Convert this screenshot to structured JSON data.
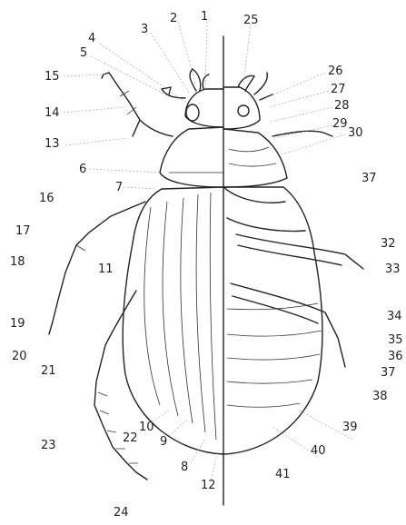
{
  "figure": {
    "left_labels": [
      "1",
      "2",
      "3",
      "4",
      "5",
      "6",
      "7",
      "8",
      "9",
      "10",
      "11",
      "12",
      "13",
      "14",
      "15",
      "16",
      "17",
      "18",
      "19",
      "20",
      "21",
      "22",
      "23",
      "24"
    ],
    "right_labels": [
      "25",
      "26",
      "27",
      "28",
      "29",
      "30",
      "37",
      "32",
      "33",
      "34",
      "35",
      "36",
      "37",
      "38",
      "39",
      "40",
      "41"
    ],
    "colors": {
      "ink": "#222222",
      "background": "#ffffff"
    }
  }
}
